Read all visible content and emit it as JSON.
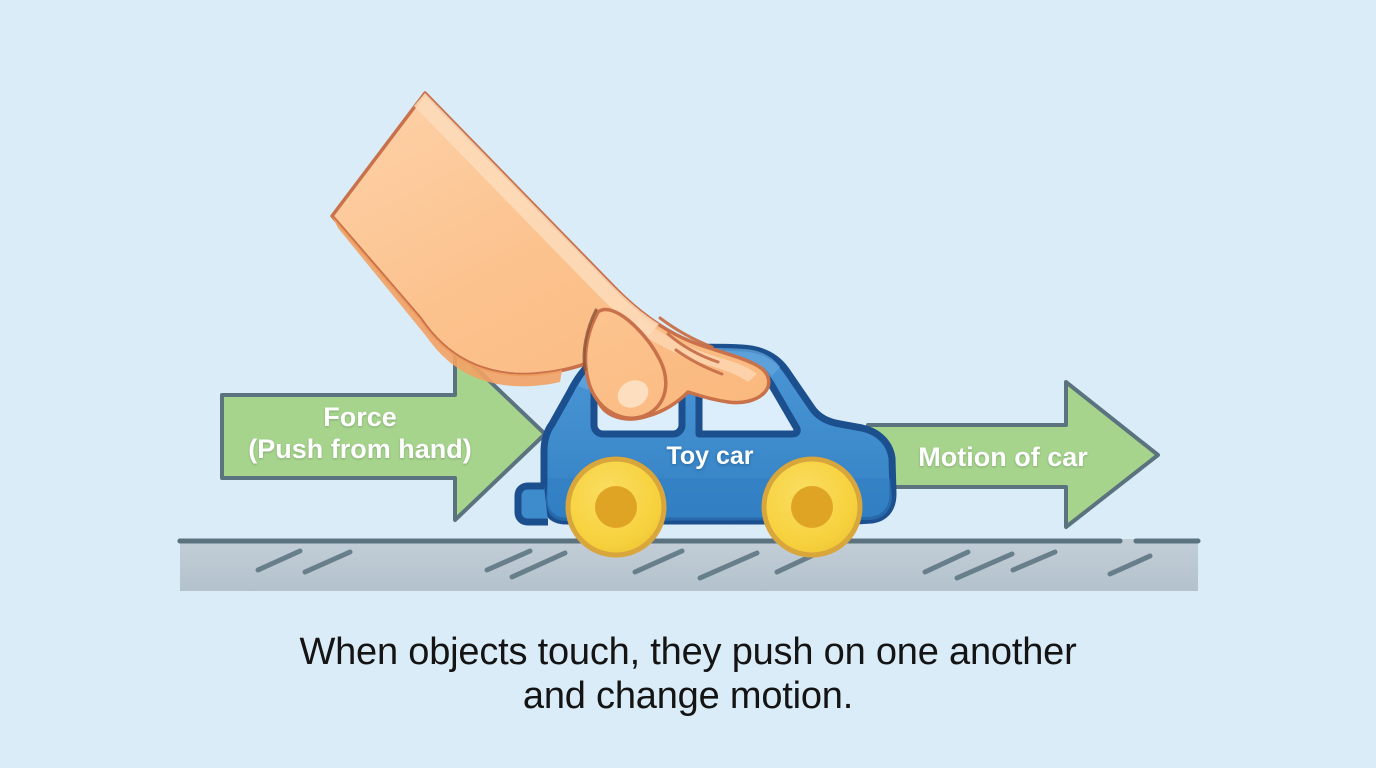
{
  "scene": {
    "title": "Force and motion: hand pushing a toy car",
    "background_color": "#d9ecf7"
  },
  "colors": {
    "background": "#d9ecf7",
    "arrow_fill": "#a7d48d",
    "arrow_stroke": "#5a737f",
    "arrow_label_text": "#ffffff",
    "car_body": "#3f8ccd",
    "car_body_dark": "#2f79ba",
    "car_outline": "#1b4f8e",
    "window_fill": "#dceefb",
    "wheel_tire": "#f7d23e",
    "wheel_hub": "#e0a424",
    "wheel_stroke": "#d9a63c",
    "skin_light": "#fcc38f",
    "skin_mid": "#f9ab6c",
    "skin_shadow": "#f2a263",
    "skin_outline": "#c9714a",
    "ground_fill": "#b8c6d0",
    "ground_line": "#5a737f",
    "caption_text": "#141414"
  },
  "force_arrow": {
    "label_line1": "Force",
    "label_line2": "(Push from hand)",
    "direction": "right",
    "icon": "block-arrow-right-icon"
  },
  "motion_arrow": {
    "label": "Motion of car",
    "direction": "right",
    "icon": "block-arrow-right-icon"
  },
  "toy_car": {
    "label": "Toy car",
    "icon": "toy-car-icon",
    "wheels": 2
  },
  "hand": {
    "icon": "hand-pushing-icon",
    "description": "hand"
  },
  "ground": {
    "icon": "ground-surface-icon",
    "hatch_marks": 11
  },
  "caption": {
    "line1": "When objects touch, they push on one another",
    "line2": "and change motion.",
    "full": "When objects touch, they push on one another\nand change motion."
  }
}
